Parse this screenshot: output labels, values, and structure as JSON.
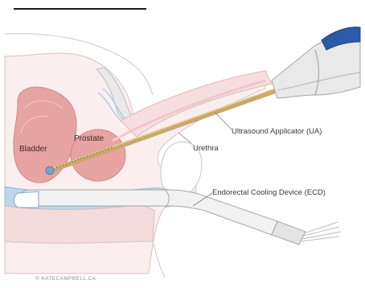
{
  "labels": {
    "bladder": "Bladder",
    "prostate": "Prostate",
    "urethra": "Urethra",
    "ultrasound_applicator": "Ultrasound Applicator (UA)",
    "cooling_device": "Endorectal Cooling Device (ECD)"
  },
  "credit": "© KATECAMPBELL.CA",
  "colors": {
    "tissue_pink": "#f5dcdc",
    "organ_red": "#e8a3a3",
    "rectum_blue": "#bcd7ea",
    "applicator_gold": "#c9a86a",
    "device_blue": "#2b5aa8"
  }
}
